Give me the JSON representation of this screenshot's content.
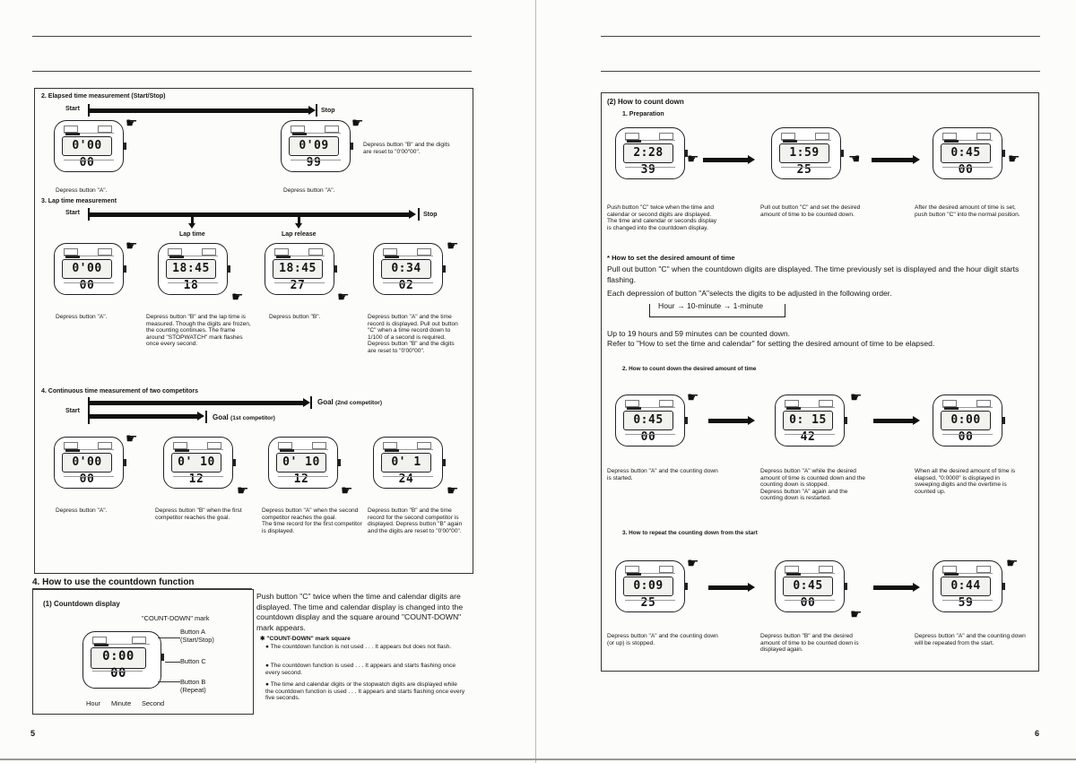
{
  "left": {
    "s2_title": "2.  Elapsed time measurement (Start/Stop)",
    "start": "Start",
    "stop": "Stop",
    "s2_reset": "Depress button \"B\" and the digits are reset to \"0'00\"00\".",
    "depress_a": "Depress button \"A\".",
    "s3_title": "3.  Lap time measurement",
    "lap_time": "Lap time",
    "lap_release": "Lap release",
    "s3_cap2": "Depress button \"B\" and the lap time is measured. Though the digits are frozen, the counting continues. The frame around \"STOPWATCH\" mark flashes once every second.",
    "s3_cap3": "Depress button \"B\".",
    "s3_cap4": "Depress button \"A\" and the time record is displayed. Pull out button \"C\" when a time record down to 1/100 of a second is required. Depress button \"B\" and the digits are reset to \"0'00\"00\".",
    "s4_title": "4.  Continuous time measurement of two competitors",
    "goal2": "Goal",
    "goal2_sub": "(2nd competitor)",
    "goal1": "Goal",
    "goal1_sub": "(1st competitor)",
    "s4_cap2": "Depress button \"B\" when the first competitor reaches the goal.",
    "s4_cap3": "Depress button \"A\" when the second competitor reaches the goal.\nThe time record for the first competitor is displayed.",
    "s4_cap4": "Depress button \"B\" and the time record for the second competitor is displayed. Depress button \"B\" again and the digits are reset to \"0'00\"00\".",
    "sec4_title": "4.  How to use the countdown function",
    "cd_sub": "(1)  Countdown display",
    "cd_mark": "\"COUNT-DOWN\" mark",
    "btn_a": "Button A",
    "btn_a2": "(Start/Stop)",
    "btn_c": "Button C",
    "btn_b": "Button B",
    "btn_b2": "(Repeat)",
    "hour": "Hour",
    "minute": "Minute",
    "second": "Second",
    "cd_text": "Push button \"C\" twice when the time and calendar digits are displayed. The time and calendar display is changed into the countdown display and the square around \"COUNT-DOWN\" mark appears.",
    "mark_sq": "\"COUNT-DOWN\" mark square",
    "b1": "The countdown function is not used . . . It appears but does not flash.",
    "b2": "The countdown function is used . . . It appears and starts flashing once every second.",
    "b3": "The time and calendar digits or the stopwatch digits are displayed while the countdown function is used . . . It appears and starts flashing once every five seconds.",
    "page": "5",
    "lcd": [
      "0'00 00",
      "0'09 99",
      "0'00 00",
      "18:45 18",
      "18:45 27",
      "0:34 02",
      "0'00 00",
      "0' 10 12",
      "0' 10 12",
      "0' 1 24",
      "0:00 00"
    ]
  },
  "right": {
    "h2": "(2)  How to count down",
    "p1": "1.  Preparation",
    "c1": "Push button \"C\" twice when the time and calendar or second digits are displayed. The time and calendar or seconds display is changed into the countdown display.",
    "c2": "Pull out button \"C\" and set the desired amount of time to be counted down.",
    "c3": "After the desired amount of time is set, push button \"C\" into the normal position.",
    "set_title": "*  How to set the desired amount of time",
    "set1": "Pull out button \"C\" when the countdown digits are displayed. The time previously set is displayed and the hour digit starts flashing.",
    "set2": "Each depression of button \"A\"selects the digits to be adjusted in the following order.",
    "order": "Hour → 10-minute → 1-minute",
    "set3": "Up to 19 hours and 59 minutes can be counted down.",
    "set4": "Refer to \"How to set the time and calendar\" for setting the desired amount of time to be elapsed.",
    "p2": "2.  How to count down the desired amount of time",
    "d1": "Depress button \"A\" and the counting down is started.",
    "d2": "Depress button \"A\" while the desired amount of time is counted down and the counting down is stopped.\nDepress button \"A\" again and the counting down is restarted.",
    "d3": "When all the desired amount of time is elapsed, \"0:0000\" is displayed in sweeping digits and the overtime is counted up.",
    "p3": "3.  How to repeat the counting down from the start",
    "r1": "Depress button \"A\" and the counting down (or up) is stopped.",
    "r2": "Depress button \"B\" and the desired amount of time to be counted down is displayed again.",
    "r3": "Depress button \"A\" and the counting down will be repeated from the start.",
    "page": "6",
    "lcd": [
      "2:28 39",
      "1:59 25",
      "0:45 00",
      "0:45 00",
      "0: 15 42",
      "0:00 00",
      "0:09 25",
      "0:45 00",
      "0:44 59"
    ]
  }
}
